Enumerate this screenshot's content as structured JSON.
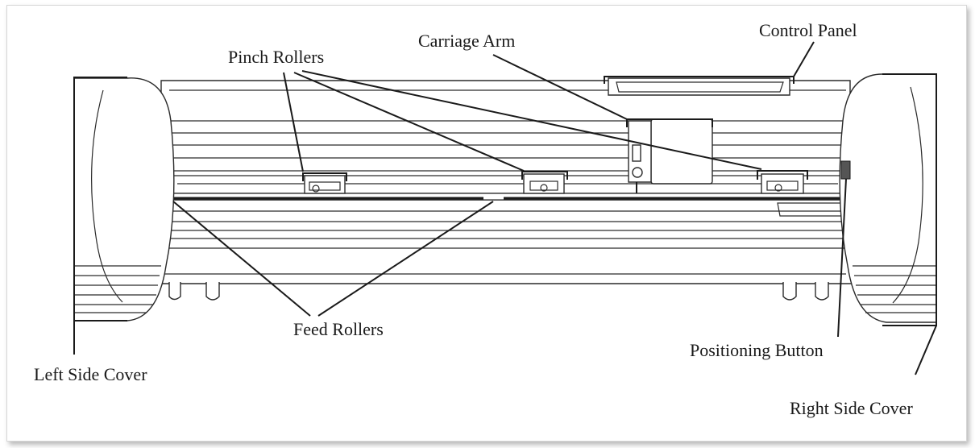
{
  "diagram": {
    "labels": {
      "pinch_rollers": "Pinch Rollers",
      "carriage_arm": "Carriage Arm",
      "control_panel": "Control Panel",
      "feed_rollers": "Feed Rollers",
      "left_side_cover": "Left Side Cover",
      "positioning_button": "Positioning Button",
      "right_side_cover": "Right Side Cover"
    },
    "line_color": "#1a1a1a",
    "background_color": "#ffffff"
  }
}
